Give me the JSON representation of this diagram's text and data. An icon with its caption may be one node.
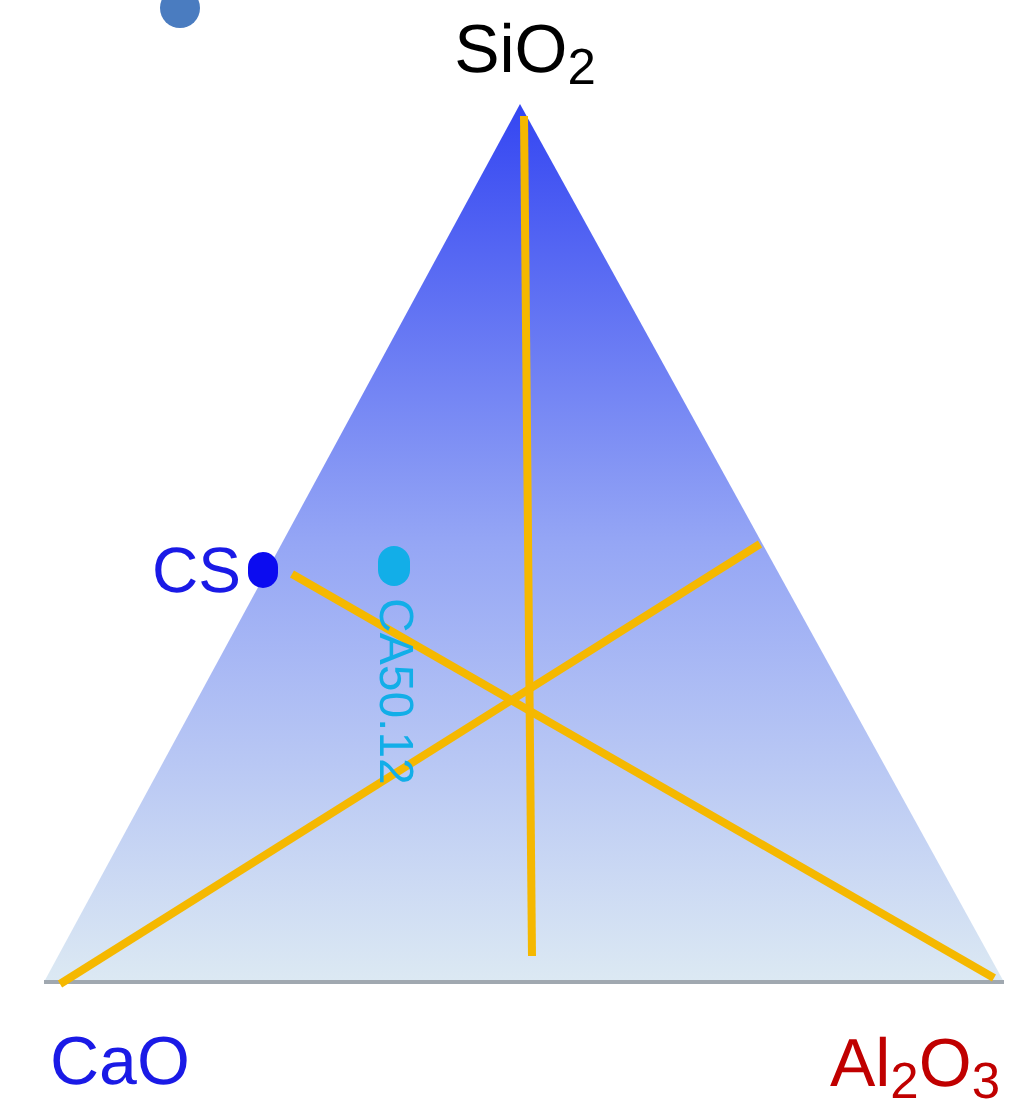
{
  "diagram": {
    "nodes": [
      {
        "text": [
          "SiO$_{2}$"
        ]
      },
      {
        "text": [
          "CaO"
        ]
      },
      {
        "text": [
          "Al$_{2}$O$_{3}$"
        ]
      },
      {
        "text": [
          "CS"
        ]
      },
      {
        "text": [
          "CA50.12"
        ]
      }
    ],
    "edges": [
      {
        "from": 0,
        "to": null,
        "arrow": "none"
      },
      {
        "from": 1,
        "to": null,
        "arrow": "none"
      },
      {
        "from": 3,
        "to": 2,
        "arrow": "none"
      }
    ]
  }
}
